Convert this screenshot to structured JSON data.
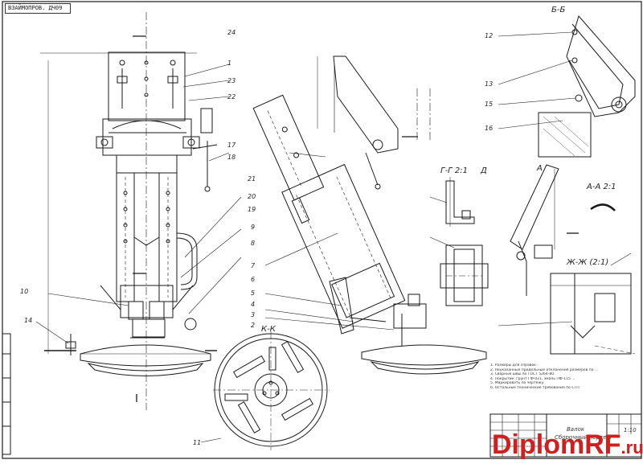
{
  "stamp": "ВЗАЙМОПРОВ. ДЧ09",
  "watermark": {
    "main": "DiplomRF",
    "tld": ".ru"
  },
  "sections": {
    "top_right": "Б-Б",
    "gg_view": "Г-Г 2:1",
    "view_d": "Д",
    "view_kk": "К-К",
    "view_a": "А",
    "view_a2": "А-А 2:1",
    "view_zh": "Ж-Ж (2:1)"
  },
  "callouts": {
    "c1": "1",
    "c2": "2",
    "c3": "3",
    "c4": "4",
    "c5": "5",
    "c6": "6",
    "c7": "7",
    "c8": "8",
    "c9": "9",
    "c10": "10",
    "c11": "11",
    "c12": "12",
    "c13": "13",
    "c14": "14",
    "c15": "15",
    "c16": "16",
    "c17": "17",
    "c18": "18",
    "c19": "19",
    "c20": "20",
    "c21": "21",
    "c22": "22",
    "c23": "23",
    "c24": "24"
  },
  "notes": [
    "1. Размеры для справок.",
    "2. Неуказанные предельные отклонения размеров по ...",
    "3. Сварные швы по ГОСТ 5264-80.",
    "4. Покрытие: грунт ГФ-021, эмаль ПФ-115 ...",
    "5. Маркировать по чертежу.",
    "6. Остальные технические требования по СТП."
  ],
  "title_block": {
    "title": "Валок",
    "subtitle": "Сборочный чертеж",
    "sheet": "1:10"
  }
}
